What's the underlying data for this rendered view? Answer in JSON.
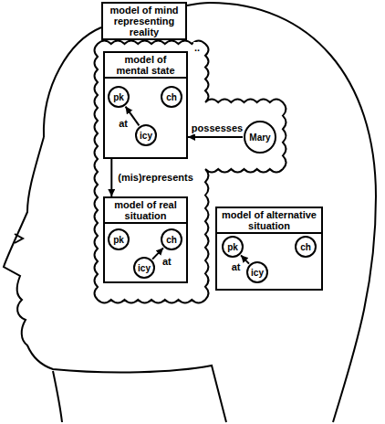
{
  "diagram": {
    "nodes": [
      {
        "text": [
          "model of mind representing reality"
        ]
      },
      {
        "text": [
          "model of mental state"
        ],
        "in": 0
      },
      {
        "text": [
          "pk"
        ],
        "in": 1
      },
      {
        "text": [
          "ch"
        ],
        "in": 1
      },
      {
        "text": [
          "icy"
        ],
        "in": 1
      },
      {
        "text": [
          "Mary"
        ],
        "in": 0
      },
      {
        "text": [
          "model of real situation"
        ],
        "in": 0
      },
      {
        "text": [
          "pk"
        ],
        "in": 6
      },
      {
        "text": [
          "ch"
        ],
        "in": 6
      },
      {
        "text": [
          "icy"
        ],
        "in": 6
      },
      {
        "text": [
          "model of alternative situation"
        ]
      },
      {
        "text": [
          "pk"
        ],
        "in": 10
      },
      {
        "text": [
          "ch"
        ],
        "in": 10
      },
      {
        "text": [
          "icy"
        ],
        "in": 10
      }
    ],
    "edges": [
      {
        "from": 4,
        "to": 2,
        "label": "at",
        "arrow": "to"
      },
      {
        "from": 5,
        "to": 1,
        "label": "possesses",
        "arrow": "to"
      },
      {
        "from": 1,
        "to": 6,
        "label": "(mis)represents",
        "arrow": "to"
      },
      {
        "from": 9,
        "to": 8,
        "label": "at",
        "arrow": "to"
      },
      {
        "from": 13,
        "to": 11,
        "label": "at",
        "arrow": "to"
      }
    ],
    "labels": [
      ".."
    ]
  }
}
